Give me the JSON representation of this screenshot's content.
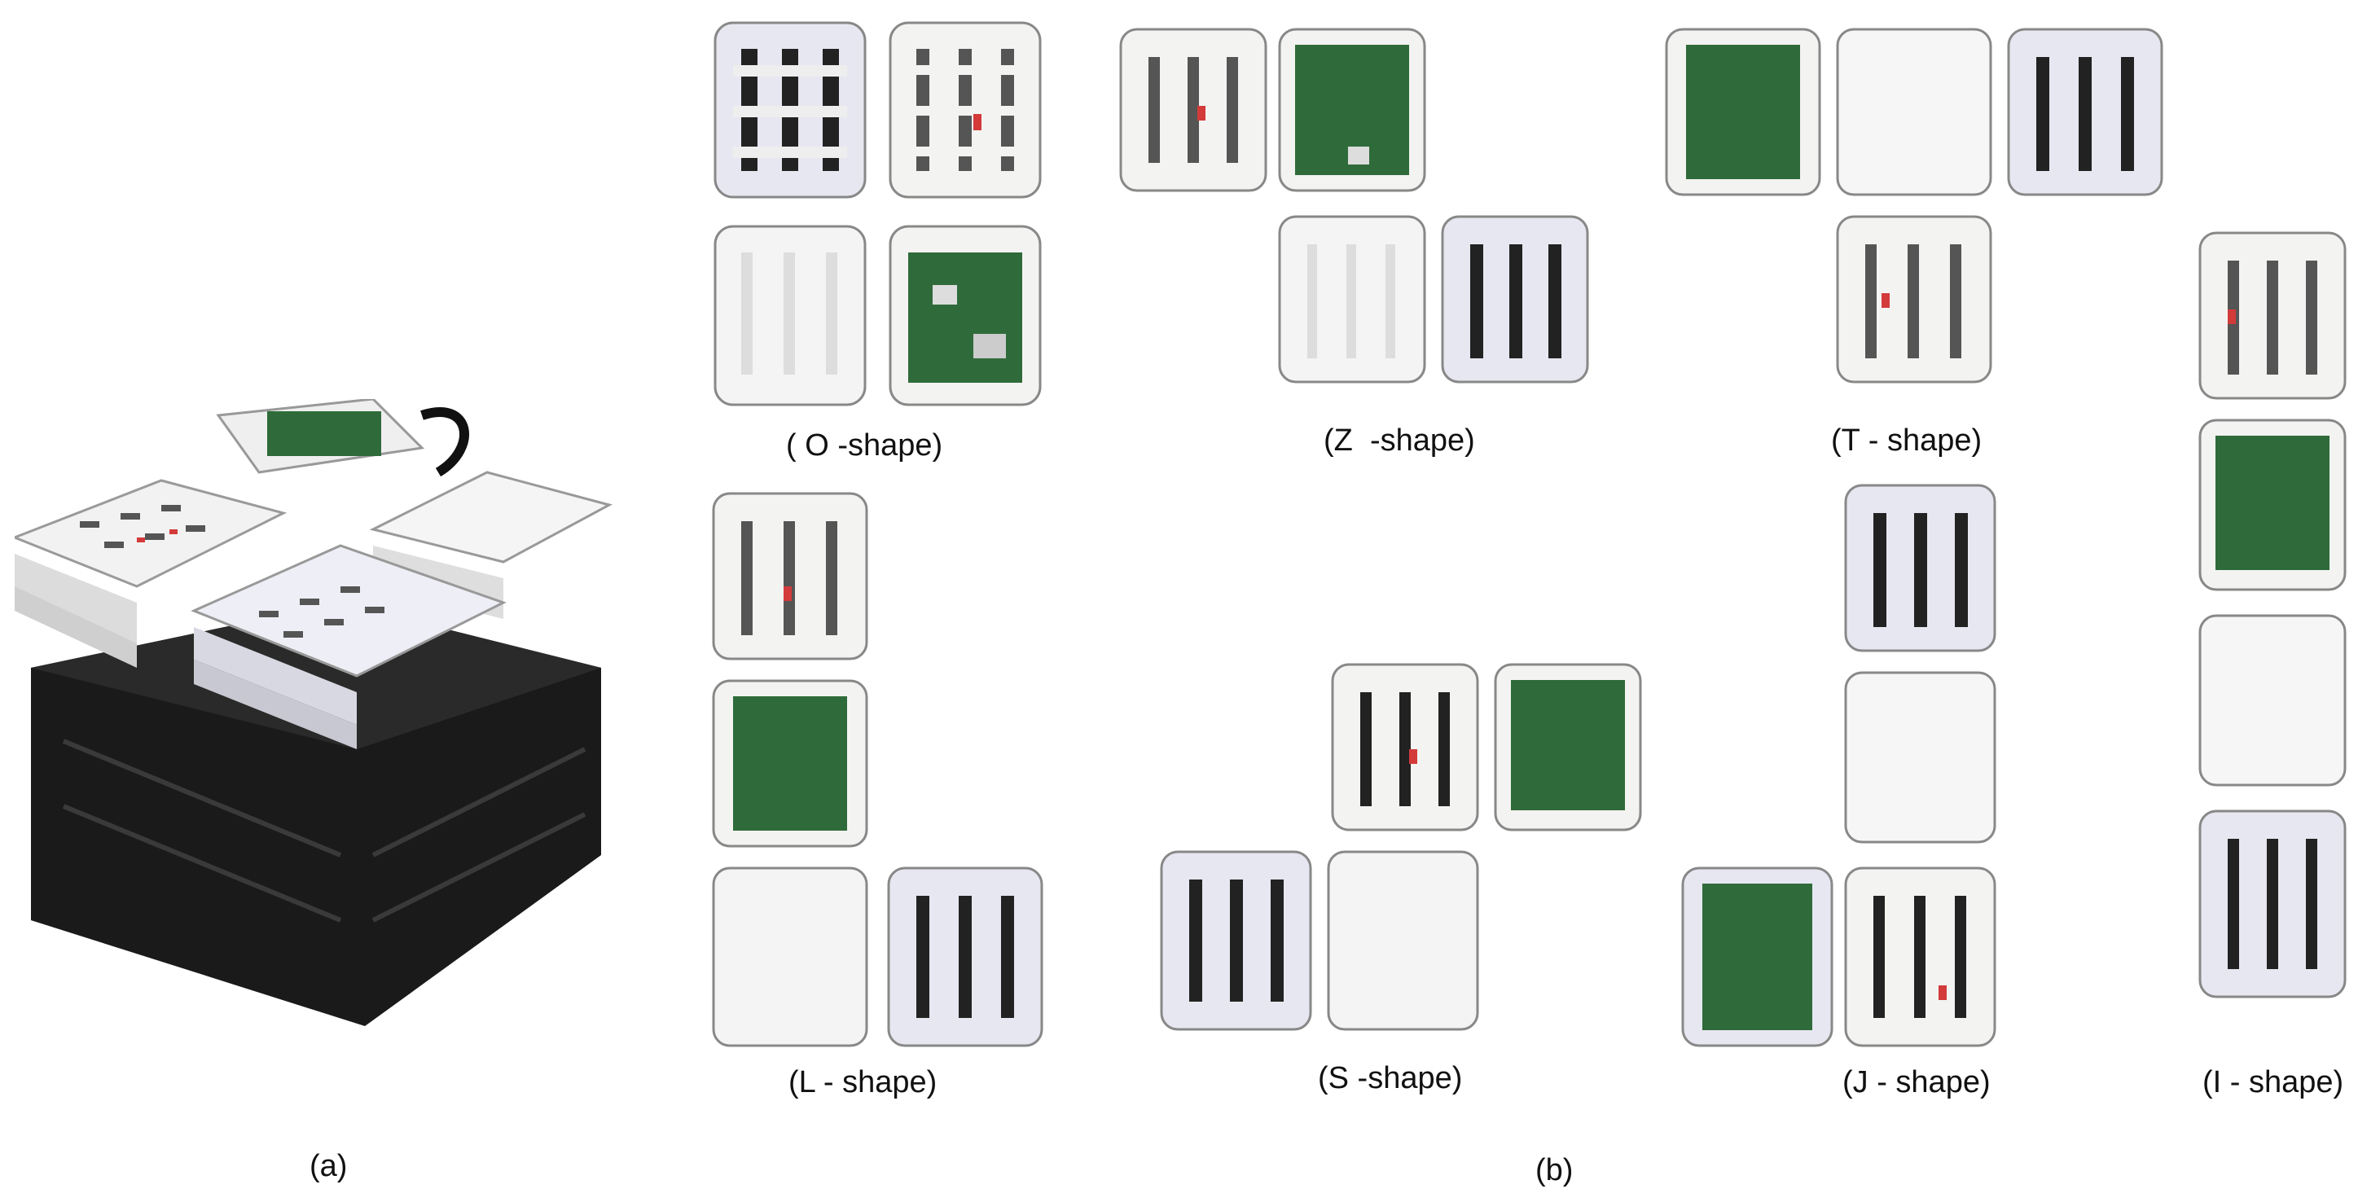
{
  "figure": {
    "label_a": "(a)",
    "label_b": "(b)"
  },
  "shapes": [
    {
      "id": "o",
      "caption": "( O -shape)"
    },
    {
      "id": "z",
      "caption": "(Z  -shape)"
    },
    {
      "id": "t",
      "caption": "(T - shape)"
    },
    {
      "id": "l",
      "caption": "(L - shape)"
    },
    {
      "id": "s",
      "caption": "(S -shape)"
    },
    {
      "id": "j",
      "caption": "(J - shape)"
    },
    {
      "id": "i",
      "caption": "(I - shape)"
    }
  ],
  "colors": {
    "plate_white": "#f3f3f1",
    "plate_lavender": "#e7e7f1",
    "frame_black": "#1b1b1b",
    "pcb_green": "#2f6b3a",
    "led_red": "#d33a3a"
  }
}
